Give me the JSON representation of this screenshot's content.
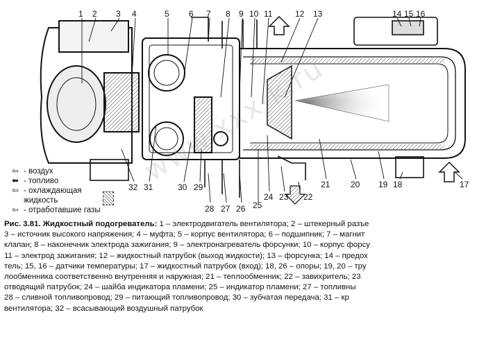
{
  "callouts_top": [
    "1",
    "2",
    "3",
    "4",
    "5",
    "6",
    "7",
    "8",
    "9",
    "10",
    "11",
    "12",
    "13",
    "14",
    "15",
    "16"
  ],
  "callouts_bottom": [
    "32",
    "31",
    "30",
    "29",
    "28",
    "27",
    "26",
    "25",
    "24",
    "23",
    "22",
    "21",
    "20",
    "19",
    "18",
    "17"
  ],
  "legend": [
    {
      "icon": "air-arrow-icon",
      "text": "- воздух"
    },
    {
      "icon": "fuel-arrow-icon",
      "text": "- топливо"
    },
    {
      "icon": "coolant-arrow-icon",
      "text": "- охлаждающая"
    },
    {
      "icon": "",
      "text": "жидкость"
    },
    {
      "icon": "exhaust-arrow-icon",
      "text": "- отработавшие газы"
    }
  ],
  "watermark": "www.xxx-k.ru",
  "caption": {
    "title": "Рис. 3.81. Жидкостный подогреватель:",
    "lines": [
      " 1 – электродвигатель вентилятора; 2 – штекерный разъе",
      "3 – источник высокого напряжения; 4 – муфта; 5 – корпус вентилятора; 6 – подшипник; 7 – магнит",
      "клапан; 8 – наконечник электрода зажигания; 9 – электронагреватель форсунки; 10 – корпус форсу",
      "11 – электрод зажигания; 12 – жидкостный патрубок (выход жидкости); 13 – форсунка; 14 – предох",
      "тель; 15, 16 – датчики температуры; 17 – жидкостный патрубок (вход); 18, 26 – опоры; 19, 20 – тру",
      "лообменника соответственно внутренняя и наружная; 21 – теплообменник; 22 – завихритель; 23",
      "отводящий патрубок; 24 – шайба индикатора пламени; 25 – индикатор пламени; 27 – топливны",
      "28 – сливной топливопровод; 29 – питающий топливопровод; 30 – зубчатая передача; 31 – кр",
      "вентилятора; 32 – всасывающий воздушный патрубок"
    ]
  },
  "colors": {
    "ink": "#111111",
    "paper": "#ffffff",
    "hatch": "#555555"
  }
}
